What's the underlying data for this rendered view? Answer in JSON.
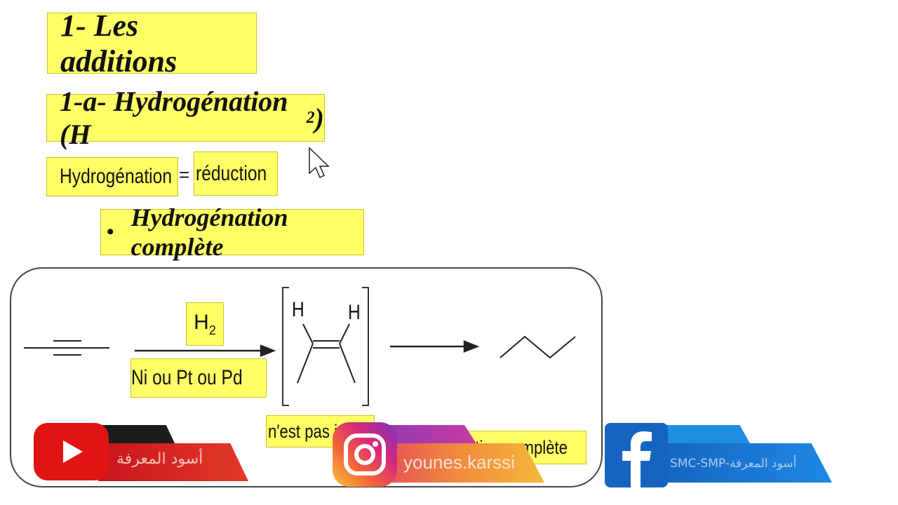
{
  "slide": {
    "title": "1- Les additions",
    "subtitle": "1-a- Hydrogénation (H",
    "subtitle_sub": "2",
    "subtitle_close": ")",
    "hydrogenation_label": "Hydrogénation",
    "equals": "=",
    "reduction_label": "réduction",
    "bullet": "•",
    "bullet_text": "Hydrogénation complète"
  },
  "reaction": {
    "reagent": "H",
    "reagent_sub": "2",
    "catalyst": "Ni ou Pt ou Pd",
    "h_left": "H",
    "h_right": "H",
    "intermediate_note": "n'est pas i",
    "result_note": "ation complète"
  },
  "social": {
    "youtube_text": "أسود المعرفة",
    "instagram_text": "younes.karssi",
    "facebook_text": "SMC-SMP-أسود المعرفة",
    "icons": [
      "play-icon",
      "instagram-icon",
      "facebook-icon",
      "cursor-icon"
    ],
    "colors": {
      "youtube": "#e11414",
      "instagram": "#d6297a",
      "facebook": "#1565c0",
      "highlight": "#ffff66"
    }
  }
}
